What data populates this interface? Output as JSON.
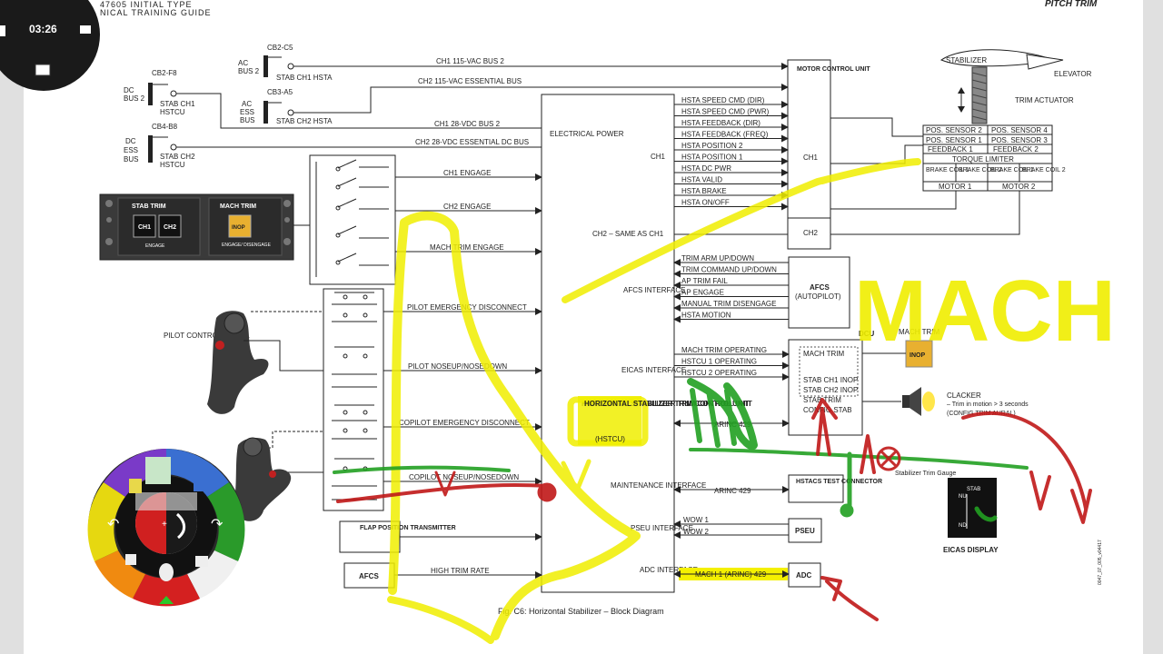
{
  "header": {
    "doc_title_line1": "47605 INITIAL TYPE",
    "doc_title_line2": "NICAL TRAINING GUIDE",
    "section": "PITCH TRIM",
    "fig_caption": "Fig. C6: Horizontal Stabilizer – Block Diagram",
    "side_code": "0047_07_005_v04417"
  },
  "recorder": {
    "time": "03:26"
  },
  "breakers": [
    {
      "id": "CB2-F8",
      "bus": [
        "DC",
        "BUS 2"
      ],
      "label": [
        "STAB CH1",
        "HSTCU"
      ]
    },
    {
      "id": "CB2-C5",
      "bus": [
        "AC",
        "BUS 2"
      ],
      "label": [
        "STAB CH1 HSTA"
      ]
    },
    {
      "id": "CB3-A5",
      "bus": [
        "AC",
        "ESS",
        "BUS"
      ],
      "label": [
        "STAB CH2 HSTA"
      ]
    },
    {
      "id": "CB4-B8",
      "bus": [
        "DC",
        "ESS",
        "BUS"
      ],
      "label": [
        "STAB CH2",
        "HSTCU"
      ]
    }
  ],
  "bus_lines": [
    "CH1 115-VAC BUS 2",
    "CH2 115-VAC ESSENTIAL BUS",
    "CH1 28-VDC BUS 2",
    "CH2 28-VDC ESSENTIAL DC BUS"
  ],
  "panel": {
    "stab_trim": "STAB TRIM",
    "mach_trim": "MACH TRIM",
    "ch1": "CH1",
    "ch2": "CH2",
    "engage": "ENGAGE",
    "inop": "INOP",
    "engage_disengage": "ENGAGE/ DISENGAGE"
  },
  "engage_lines": [
    "CH1 ENGAGE",
    "CH2 ENGAGE",
    "MACH TRIM ENGAGE"
  ],
  "switch_lines": [
    "PILOT EMERGENCY DISCONNECT",
    "PILOT NOSEUP/NOSEDOWN",
    "COPILOT EMERGENCY DISCONNECT",
    "COPILOT NOSEUP/NOSEDOWN"
  ],
  "pilot_wheel": "PILOT CONTROL WHEEL",
  "hstcu": {
    "electrical_power": "ELECTRICAL POWER",
    "ch1": "CH1",
    "ch2_same": "CH2 – SAME AS CH1",
    "afcs_interface": "AFCS INTERFACE",
    "eicas_interface": "EICAS INTERFACE",
    "maintenance_interface": "MAINTENANCE INTERFACE",
    "pseu_interface": "PSEU INTERFACE",
    "adc_interface": "ADC INTERFACE",
    "title": "HORIZONTAL STABILIZER TRIM CONTROL UNIT",
    "abbr": "(HSTCU)"
  },
  "motor_control": {
    "title": "MOTOR CONTROL UNIT",
    "ch1": "CH1",
    "ch2": "CH2"
  },
  "hsta_signals": [
    "HSTA SPEED CMD (DIR)",
    "HSTA SPEED CMD (PWR)",
    "HSTA FEEDBACK (DIR)",
    "HSTA FEEDBACK (FREQ)",
    "HSTA POSITION 2",
    "HSTA POSITION 1",
    "HSTA DC PWR",
    "HSTA VALID",
    "HSTA BRAKE",
    "HSTA ON/OFF"
  ],
  "afcs_signals": [
    "TRIM ARM UP/DOWN",
    "TRIM COMMAND UP/DOWN",
    "AP TRIM FAIL",
    "AP ENGAGE",
    "MANUAL TRIM DISENGAGE",
    "HSTA MOTION"
  ],
  "afcs_box": {
    "title": "AFCS",
    "sub": "(AUTOPILOT)"
  },
  "eicas_signals": [
    "MACH TRIM OPERATING",
    "HSTCU 1 OPERATING",
    "HSTCU 2 OPERATING"
  ],
  "dcu": {
    "title": "DCU",
    "lines": [
      "MACH TRIM",
      "STAB CH1 INOP",
      "STAB CH2 INOP",
      "STAB TRIM",
      "CONFIG STAB"
    ]
  },
  "mach_trim_inop": {
    "title": "MACH TRIM",
    "button": "INOP"
  },
  "arinc": [
    "ARINC 429",
    "ARINC 429"
  ],
  "hstacs": "HSTACS TEST CONNECTOR",
  "wow": [
    "WOW 1",
    "WOW 2"
  ],
  "pseu": "PSEU",
  "adc": {
    "signal": "MACH 1 (ARINC) 429",
    "box": "ADC"
  },
  "flap": "FLAP POSITION TRANSMITTER",
  "afcs_low": "AFCS",
  "high_trim": "HIGH TRIM RATE",
  "clacker": {
    "title": "CLACKER",
    "note": "– Trim in motion > 3 seconds",
    "config": "(CONFIG TRIM AURAL)"
  },
  "stab_gauge": "Stabilizer Trim Gauge",
  "eicas_display": "EICAS DISPLAY",
  "stab_ind": {
    "stab": "STAB",
    "nu": "NU",
    "nd": "ND"
  },
  "actuator": {
    "stabilizer": "STABILIZER",
    "elevator": "ELEVATOR",
    "trim_actuator": "TRIM ACTUATOR",
    "grid": [
      [
        "POS. SENSOR 2",
        "POS. SENSOR 4"
      ],
      [
        "POS. SENSOR 1",
        "POS. SENSOR 3"
      ],
      [
        "FEEDBACK 1",
        "FEEDBACK 2"
      ]
    ],
    "torque": "TORQUE LIMITER",
    "brakes": [
      "BRAKE COIL 1",
      "BRAKE COIL 2",
      "BRAKE COIL 1",
      "BRAKE COIL 2"
    ],
    "motors": [
      "MOTOR 1",
      "MOTOR 2"
    ]
  },
  "annotation": {
    "handwritten": "MACH"
  },
  "colors": {
    "highlighter": "#f0ee00",
    "pen_green": "#22a022",
    "pen_red": "#c01818",
    "inop_amber": "#e8b030"
  }
}
